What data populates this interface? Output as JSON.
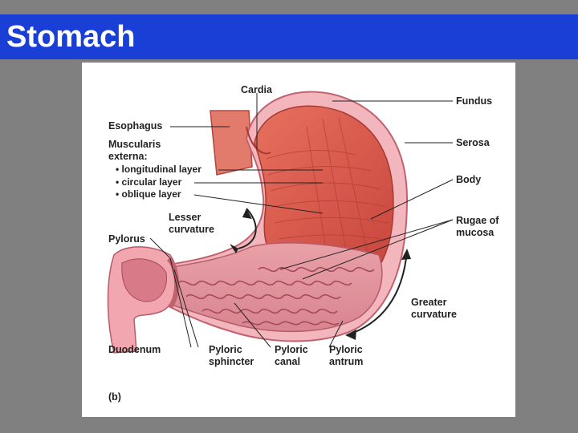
{
  "slide": {
    "title": "Stomach"
  },
  "figure": {
    "panel_label": "(b)",
    "labels": {
      "cardia": "Cardia",
      "fundus": "Fundus",
      "esophagus": "Esophagus",
      "serosa": "Serosa",
      "muscularis_line1": "Muscularis",
      "muscularis_line2": "externa:",
      "longitudinal": "• longitudinal layer",
      "circular": "• circular layer",
      "oblique": "• oblique layer",
      "body": "Body",
      "lesser_line1": "Lesser",
      "lesser_line2": "curvature",
      "rugae_line1": "Rugae of",
      "rugae_line2": "mucosa",
      "pylorus": "Pylorus",
      "greater_line1": "Greater",
      "greater_line2": "curvature",
      "duodenum": "Duodenum",
      "pyloric_sphincter_line1": "Pyloric",
      "pyloric_sphincter_line2": "sphincter",
      "pyloric_canal_line1": "Pyloric",
      "pyloric_canal_line2": "canal",
      "pyloric_antrum_line1": "Pyloric",
      "pyloric_antrum_line2": "antrum"
    }
  },
  "colors": {
    "title_bar": "#1a3fd6",
    "background": "#808080",
    "stomach_outer": "#f2a7b0",
    "muscle": "#d9534a",
    "rugae": "#c86a78"
  }
}
